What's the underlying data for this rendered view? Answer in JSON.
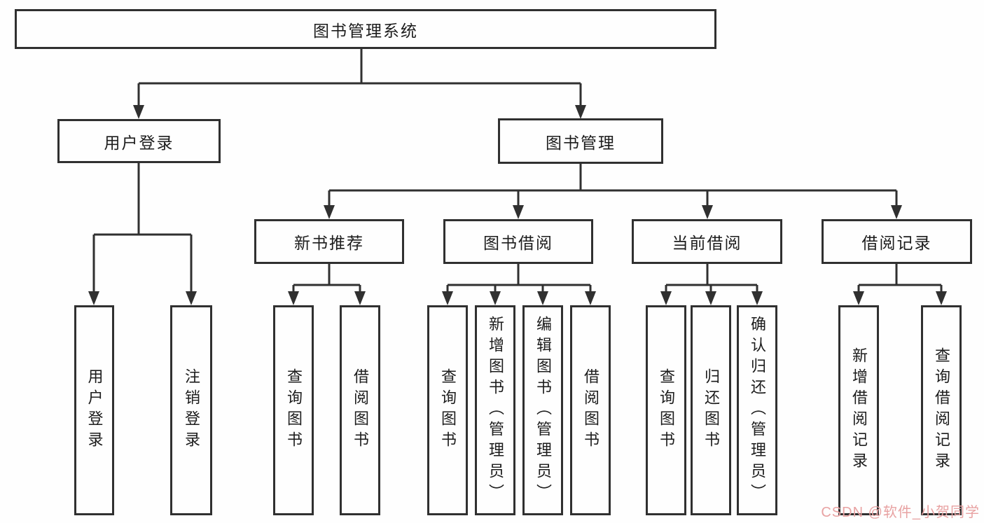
{
  "colors": {
    "line": "#303030",
    "text": "#1c1c1c",
    "background": "#fefefe",
    "watermark": "#e8a2a2"
  },
  "watermark": {
    "text": "CSDN @软件_小贺同学"
  },
  "tree": {
    "label": "图书管理系统",
    "children": [
      {
        "label": "用户登录",
        "children": [
          {
            "label": "用户登录"
          },
          {
            "label": "注销登录"
          }
        ]
      },
      {
        "label": "图书管理",
        "children": [
          {
            "label": "新书推荐",
            "children": [
              {
                "label": "查询图书"
              },
              {
                "label": "借阅图书"
              }
            ]
          },
          {
            "label": "图书借阅",
            "children": [
              {
                "label": "查询图书"
              },
              {
                "label": "新增图书（管理员）"
              },
              {
                "label": "编辑图书（管理员）"
              },
              {
                "label": "借阅图书"
              }
            ]
          },
          {
            "label": "当前借阅",
            "children": [
              {
                "label": "查询图书"
              },
              {
                "label": "归还图书"
              },
              {
                "label": "确认归还（管理员）"
              }
            ]
          },
          {
            "label": "借阅记录",
            "children": [
              {
                "label": "新增借阅记录"
              },
              {
                "label": "查询借阅记录"
              }
            ]
          }
        ]
      }
    ]
  }
}
